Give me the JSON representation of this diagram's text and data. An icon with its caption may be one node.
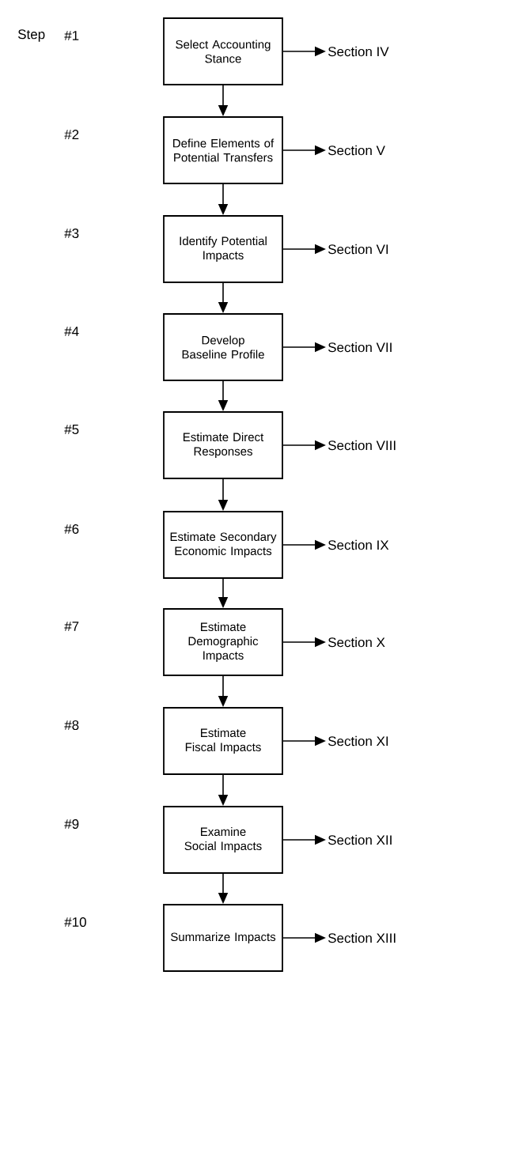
{
  "diagram": {
    "nodes": [
      {
        "text": [
          "Select Accounting Stance"
        ]
      },
      {
        "text": [
          "Section IV"
        ]
      },
      {
        "text": [
          "Define Elements of Potential Transfers"
        ]
      },
      {
        "text": [
          "Section V"
        ]
      },
      {
        "text": [
          "Identify Potential Impacts"
        ]
      },
      {
        "text": [
          "Section VI"
        ]
      },
      {
        "text": [
          "Develop Baseline Profile"
        ]
      },
      {
        "text": [
          "Section VII"
        ]
      },
      {
        "text": [
          "Estimate Direct Responses"
        ]
      },
      {
        "text": [
          "Section VIII"
        ]
      },
      {
        "text": [
          "Estimate Secondary Economic Impacts"
        ]
      },
      {
        "text": [
          "Section IX"
        ]
      },
      {
        "text": [
          "Estimate Demographic Impacts"
        ]
      },
      {
        "text": [
          "Section X"
        ]
      },
      {
        "text": [
          "Estimate Fiscal Impacts"
        ]
      },
      {
        "text": [
          "Section XI"
        ]
      },
      {
        "text": [
          "Examine Social Impacts"
        ]
      },
      {
        "text": [
          "Section XII"
        ]
      },
      {
        "text": [
          "Summarize Impacts"
        ]
      },
      {
        "text": [
          "Section XIII"
        ]
      }
    ],
    "edges": [
      {
        "from": 0,
        "to": 1,
        "arrow": "to"
      },
      {
        "from": 0,
        "to": 2,
        "arrow": "to"
      },
      {
        "from": 2,
        "to": 3,
        "arrow": "to"
      },
      {
        "from": 2,
        "to": 4,
        "arrow": "to"
      },
      {
        "from": 4,
        "to": 5,
        "arrow": "to"
      },
      {
        "from": 4,
        "to": 6,
        "arrow": "to"
      },
      {
        "from": 6,
        "to": 7,
        "arrow": "to"
      },
      {
        "from": 6,
        "to": 8,
        "arrow": "to"
      },
      {
        "from": 8,
        "to": 9,
        "arrow": "to"
      },
      {
        "from": 8,
        "to": 10,
        "arrow": "to"
      },
      {
        "from": 10,
        "to": 11,
        "arrow": "to"
      },
      {
        "from": 10,
        "to": 12,
        "arrow": "to"
      },
      {
        "from": 12,
        "to": 13,
        "arrow": "to"
      },
      {
        "from": 12,
        "to": 14,
        "arrow": "to"
      },
      {
        "from": 14,
        "to": 15,
        "arrow": "to"
      },
      {
        "from": 14,
        "to": 16,
        "arrow": "to"
      },
      {
        "from": 16,
        "to": 17,
        "arrow": "to"
      },
      {
        "from": 16,
        "to": 18,
        "arrow": "to"
      },
      {
        "from": 18,
        "to": 19,
        "arrow": "to"
      }
    ],
    "labels": [
      "Step",
      "#1",
      "#2",
      "#3",
      "#4",
      "#5",
      "#6",
      "#7",
      "#8",
      "#9",
      "#10"
    ]
  }
}
